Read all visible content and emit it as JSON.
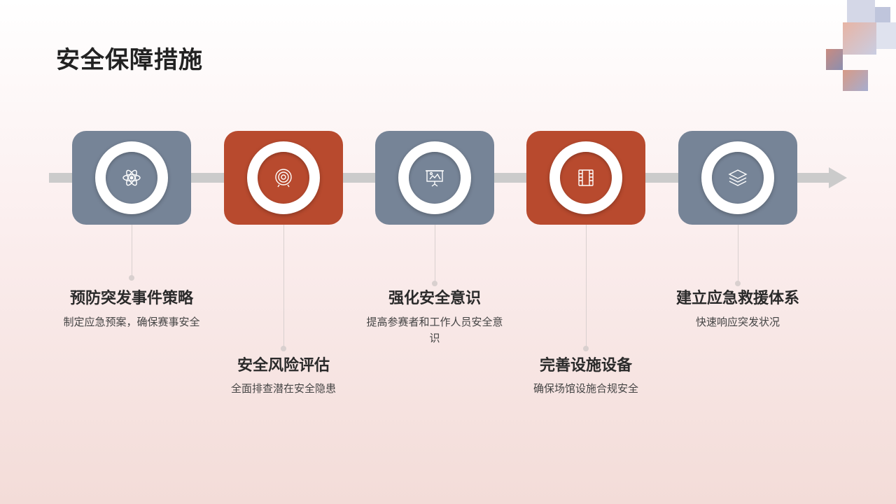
{
  "title": "安全保障措施",
  "colors": {
    "slate": "#768497",
    "rust": "#b84a2e",
    "arrow": "#cbcbcb"
  },
  "steps": [
    {
      "title": "预防突发事件策略",
      "desc": "制定应急预案，确保赛事安全",
      "icon": "atom-icon",
      "color": "slate"
    },
    {
      "title": "安全风险评估",
      "desc": "全面排查潜在安全隐患",
      "icon": "target-icon",
      "color": "rust"
    },
    {
      "title": "强化安全意识",
      "desc": "提高参赛者和工作人员安全意识",
      "icon": "presentation-icon",
      "color": "slate"
    },
    {
      "title": "完善设施设备",
      "desc": "确保场馆设施合规安全",
      "icon": "film-icon",
      "color": "rust"
    },
    {
      "title": "建立应急救援体系",
      "desc": "快速响应突发状况",
      "icon": "layers-icon",
      "color": "slate"
    }
  ]
}
